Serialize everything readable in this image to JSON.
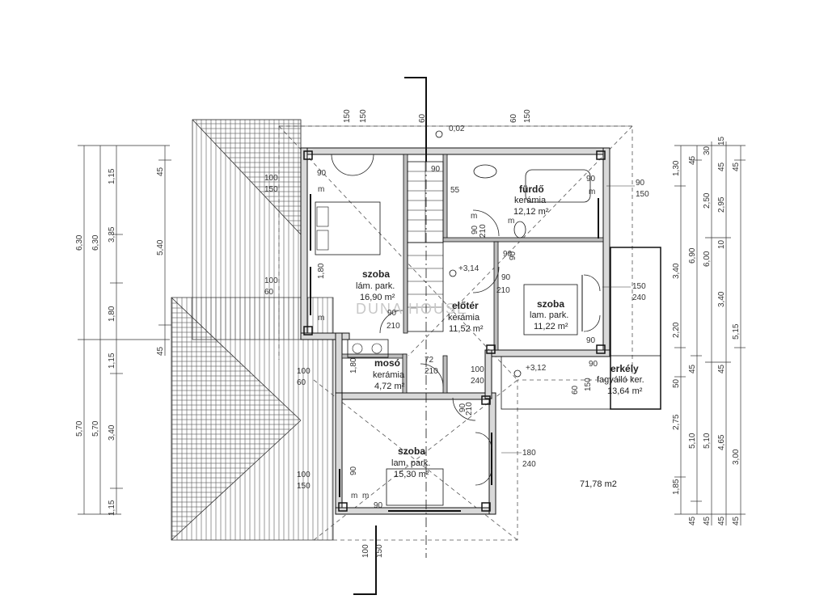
{
  "rooms": {
    "szoba1": {
      "name": "szoba",
      "floor": "lám. park.",
      "area": "16,90 m²"
    },
    "furdo": {
      "name": "fürdő",
      "floor": "kerámia",
      "area": "12,12 m²"
    },
    "eloter": {
      "name": "előtér",
      "floor": "kerámia",
      "area": "11,52 m²"
    },
    "szoba2": {
      "name": "szoba",
      "floor": "lam. park.",
      "area": "11,22 m²"
    },
    "moso": {
      "name": "mosó",
      "floor": "kerámia",
      "area": "4,72 m²"
    },
    "erkely": {
      "name": "erkély",
      "floor": "fagyálló ker.",
      "area": "13,64 m²"
    },
    "szoba3": {
      "name": "szoba",
      "floor": "lam. park.",
      "area": "15,30 m²"
    }
  },
  "total_area": "71,78 m2",
  "levels": {
    "top": "0,02",
    "stair": "+3,14",
    "hall": "+3,12",
    "stair_step": "55"
  },
  "watermark": "DUNA HOUSE",
  "dims_left": {
    "outer": [
      "6,30",
      "5,70"
    ],
    "mid": [
      "6,30",
      "5,70"
    ],
    "inner": [
      "1,15",
      "3,35",
      "1,80",
      "1,15",
      "3,40",
      "1,15"
    ],
    "wall": [
      "45",
      "5,40",
      "45"
    ]
  },
  "dims_right": {
    "c1": [
      "1,30",
      "3,40",
      "2,20",
      "50",
      "2,75",
      "1,85"
    ],
    "c2": [
      "45",
      "6,90",
      "45",
      "5,10",
      "45"
    ],
    "c3": [
      "30",
      "2,50",
      "6,00",
      "5,10",
      "45"
    ],
    "c4": [
      "15",
      "45",
      "2,95",
      "10",
      "3,40",
      "45",
      "4,65",
      "45"
    ],
    "c5": [
      "45",
      "5,15",
      "3,00",
      "45"
    ]
  },
  "openings": {
    "top": [
      "150",
      "150",
      "60",
      "60",
      "150"
    ],
    "door_w": [
      "90",
      "90",
      "90",
      "90",
      "90",
      "90",
      "90",
      "72",
      "100",
      "90",
      "90",
      "90",
      "90"
    ],
    "door_h": [
      "210",
      "210",
      "210",
      "210",
      "210",
      "240"
    ],
    "win_left": [
      [
        "100",
        "150"
      ],
      [
        "100",
        "60"
      ],
      [
        "100",
        "60"
      ],
      [
        "100",
        "150"
      ]
    ],
    "win_right": [
      [
        "90",
        "150"
      ],
      [
        "150",
        "240"
      ],
      [
        "180",
        "240"
      ]
    ],
    "bottom": [
      "100",
      "150"
    ],
    "misc": [
      "1,80",
      "1,80",
      "60",
      "150",
      "90",
      "90",
      "m",
      "m",
      "m",
      "m",
      "m",
      "m",
      "m"
    ]
  }
}
